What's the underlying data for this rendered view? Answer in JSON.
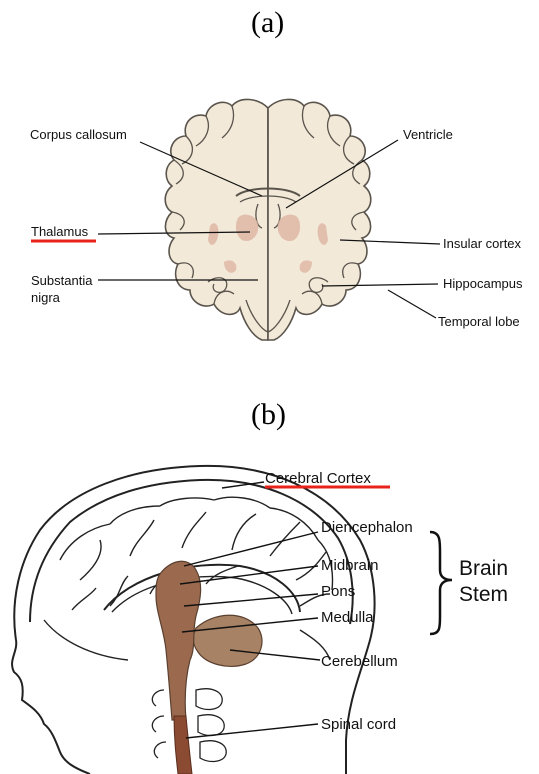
{
  "panel_a": {
    "label": "(a)",
    "labels": {
      "corpus_callosum": "Corpus callosum",
      "ventricle": "Ventricle",
      "thalamus": "Thalamus",
      "insular_cortex": "Insular cortex",
      "substantia_nigra_1": "Substantia",
      "substantia_nigra_2": "nigra",
      "hippocampus": "Hippocampus",
      "temporal_lobe": "Temporal lobe"
    },
    "highlight": "thalamus"
  },
  "panel_b": {
    "label": "(b)",
    "labels": {
      "cerebral_cortex": "Cerebral Cortex",
      "diencephalon": "Diencephalon",
      "midbrain": "Midbrain",
      "pons": "Pons",
      "medulla": "Medulla",
      "cerebellum": "Cerebellum",
      "spinal_cord": "Spinal cord",
      "brain_stem_1": "Brain",
      "brain_stem_2": "Stem"
    },
    "highlight": "cerebral_cortex"
  },
  "colors": {
    "brain_fill": "#f2e9d8",
    "outline": "#5a544c",
    "nuclei": "#e0b7a6",
    "brainstem": "#9b6a4e",
    "spinal_cord": "#8b4a32",
    "highlight_underline": "#e8231b"
  }
}
